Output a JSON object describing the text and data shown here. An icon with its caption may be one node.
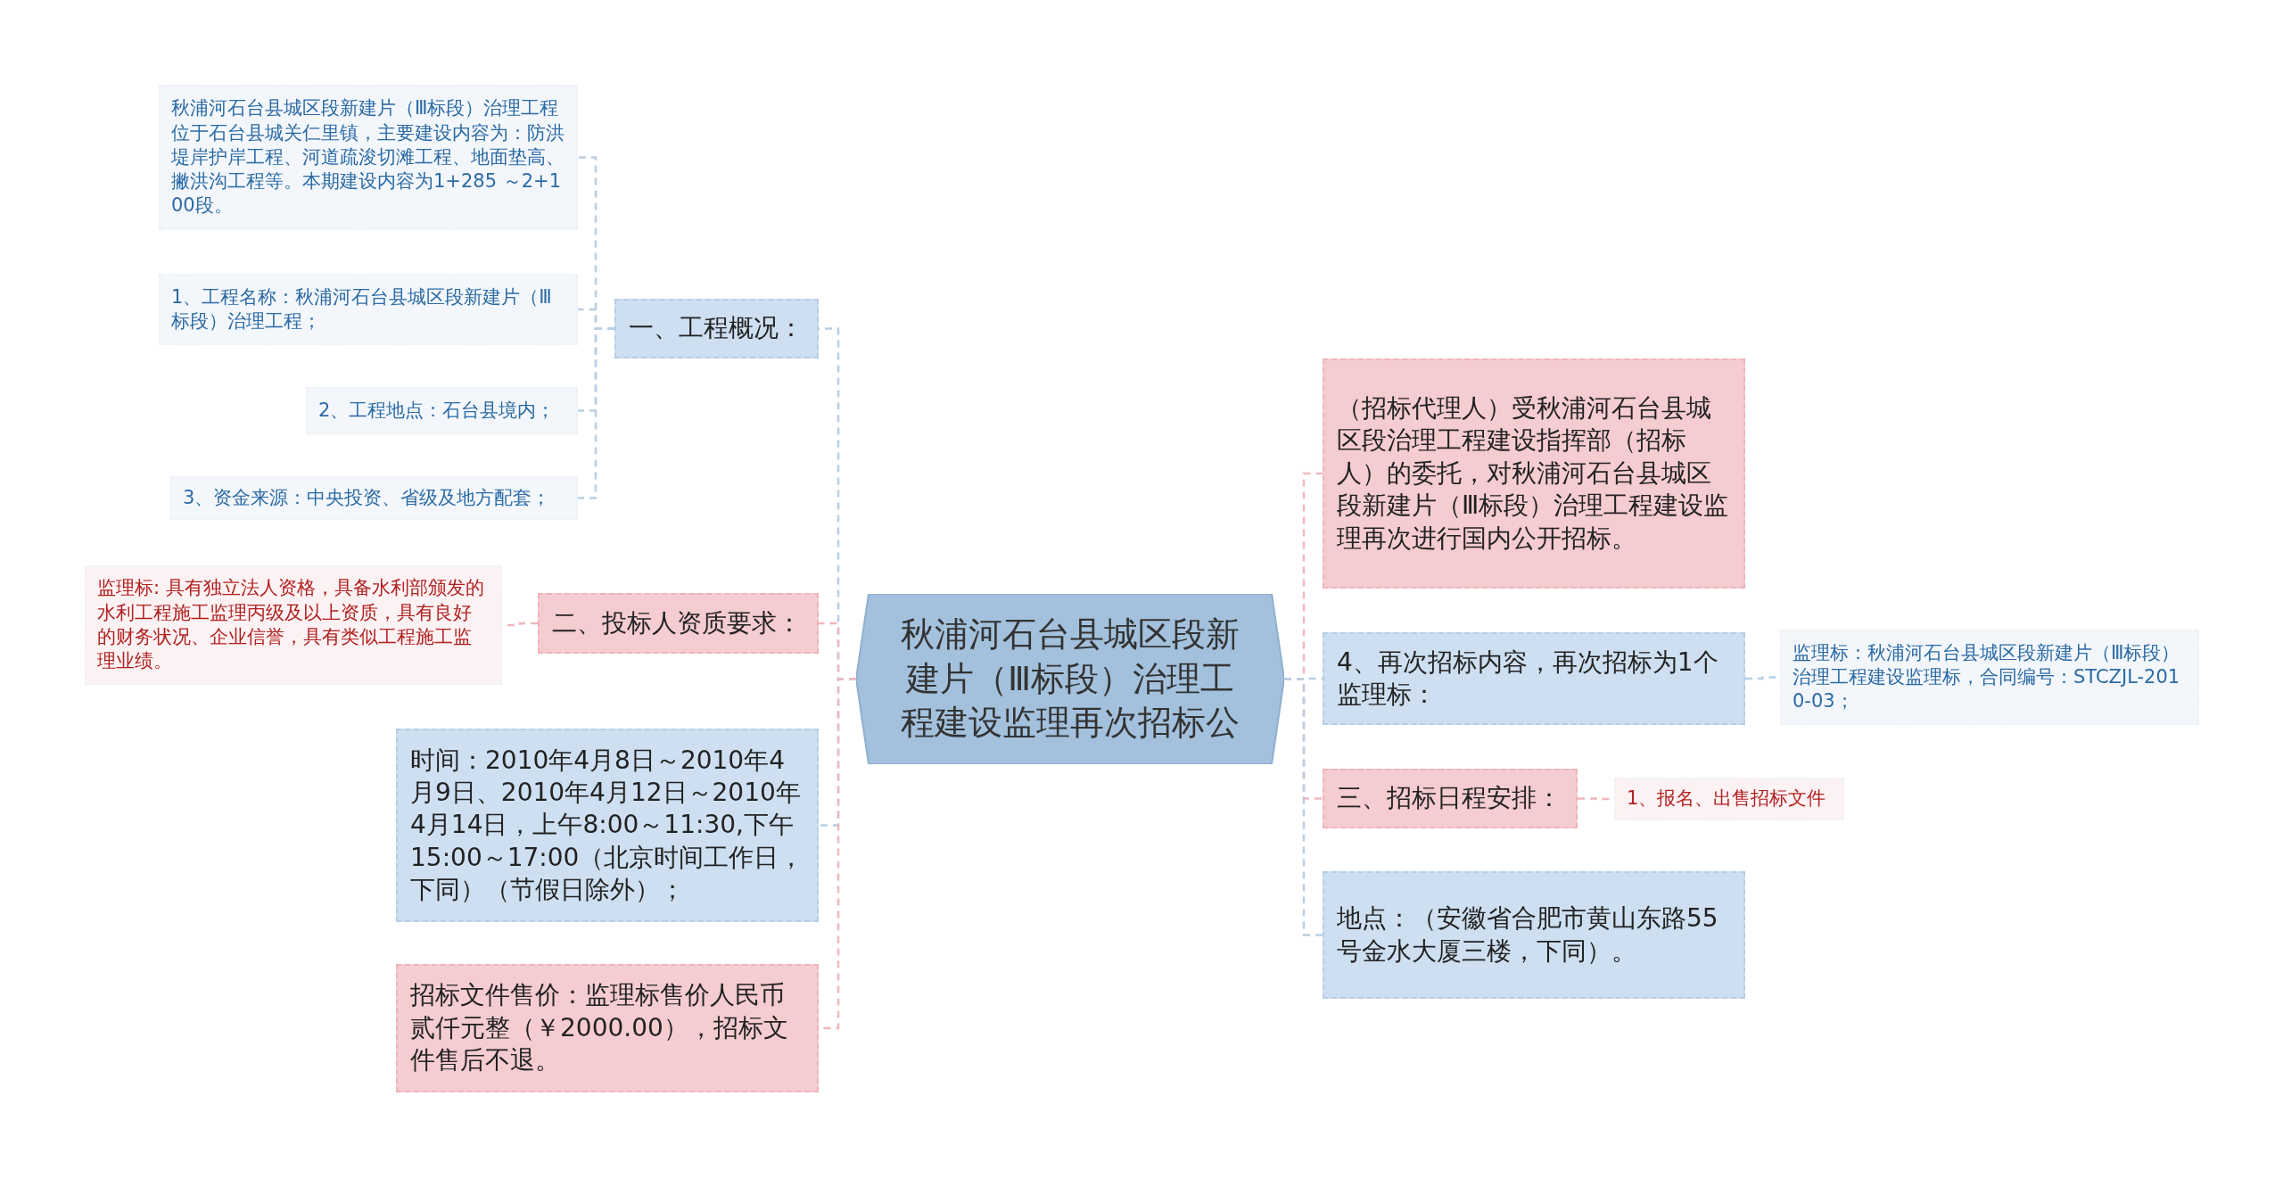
{
  "diagram": {
    "nodes": [
      {
        "text": [
          "秋浦河石台县城区段新建片（Ⅲ标段）治理工程建设监理再次招标公"
        ]
      },
      {
        "text": [
          "一、工程概况："
        ]
      },
      {
        "text": [
          "秋浦河石台县城区段新建片（Ⅲ标段）治理工程位于石台县城关仁里镇，主要建设内容为：防洪堤岸护岸工程、河道疏浚切滩工程、地面垫高、撇洪沟工程等。本期建设内容为1+285 ～2+100段。"
        ]
      },
      {
        "text": [
          "1、工程名称：秋浦河石台县城区段新建片（Ⅲ标段）治理工程；"
        ]
      },
      {
        "text": [
          "2、工程地点：石台县境内；"
        ]
      },
      {
        "text": [
          "3、资金来源：中央投资、省级及地方配套；"
        ]
      },
      {
        "text": [
          "二、投标人资质要求："
        ]
      },
      {
        "text": [
          "监理标: 具有独立法人资格，具备水利部颁发的水利工程施工监理丙级及以上资质，具有良好的财务状况、企业信誉，具有类似工程施工监理业绩。"
        ]
      },
      {
        "text": [
          "时间：2010年4月8日～2010年4月9日、2010年4月12日～2010年4月14日，上午8:00～11:30,下午15:00～17:00（北京时间工作日，下同）（节假日除外）；"
        ]
      },
      {
        "text": [
          "招标文件售价：监理标售价人民币贰仟元整（￥2000.00），招标文件售后不退。"
        ]
      },
      {
        "text": [
          "（招标代理人）受秋浦河石台县城区段治理工程建设指挥部（招标人）的委托，对秋浦河石台县城区段新建片（Ⅲ标段）治理工程建设监理再次进行国内公开招标。"
        ]
      },
      {
        "text": [
          "4、再次招标内容，再次招标为1个监理标："
        ]
      },
      {
        "text": [
          "监理标：秋浦河石台县城区段新建片（Ⅲ标段）治理工程建设监理标，合同编号：STCZJL-2010-03；"
        ]
      },
      {
        "text": [
          "三、招标日程安排："
        ]
      },
      {
        "text": [
          "1、报名、出售招标文件"
        ]
      },
      {
        "text": [
          "地点：（安徽省合肥市黄山东路55号金水大厦三楼，下同）。"
        ]
      }
    ],
    "edges": [
      {
        "from": 0,
        "to": 1,
        "arrow": "none"
      },
      {
        "from": 0,
        "to": 6,
        "arrow": "none"
      },
      {
        "from": 0,
        "to": 8,
        "arrow": "none"
      },
      {
        "from": 0,
        "to": 9,
        "arrow": "none"
      },
      {
        "from": 1,
        "to": 2,
        "arrow": "none"
      },
      {
        "from": 1,
        "to": 3,
        "arrow": "none"
      },
      {
        "from": 1,
        "to": 4,
        "arrow": "none"
      },
      {
        "from": 1,
        "to": 5,
        "arrow": "none"
      },
      {
        "from": 6,
        "to": 7,
        "arrow": "none"
      },
      {
        "from": 0,
        "to": 10,
        "arrow": "none"
      },
      {
        "from": 0,
        "to": 11,
        "arrow": "none"
      },
      {
        "from": 0,
        "to": 13,
        "arrow": "none"
      },
      {
        "from": 0,
        "to": 15,
        "arrow": "none"
      },
      {
        "from": 11,
        "to": 12,
        "arrow": "none"
      },
      {
        "from": 13,
        "to": 14,
        "arrow": "none"
      }
    ]
  }
}
